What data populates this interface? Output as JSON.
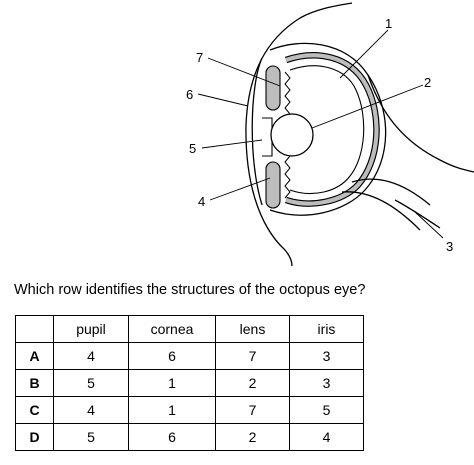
{
  "diagram": {
    "labels": [
      "1",
      "2",
      "3",
      "4",
      "5",
      "6",
      "7"
    ]
  },
  "question": "Which row identifies the structures of the octopus eye?",
  "table": {
    "headers": [
      "pupil",
      "cornea",
      "lens",
      "iris"
    ],
    "rows": [
      {
        "key": "A",
        "values": [
          "4",
          "6",
          "7",
          "3"
        ]
      },
      {
        "key": "B",
        "values": [
          "5",
          "1",
          "2",
          "3"
        ]
      },
      {
        "key": "C",
        "values": [
          "4",
          "1",
          "7",
          "5"
        ]
      },
      {
        "key": "D",
        "values": [
          "5",
          "6",
          "2",
          "4"
        ]
      }
    ]
  }
}
